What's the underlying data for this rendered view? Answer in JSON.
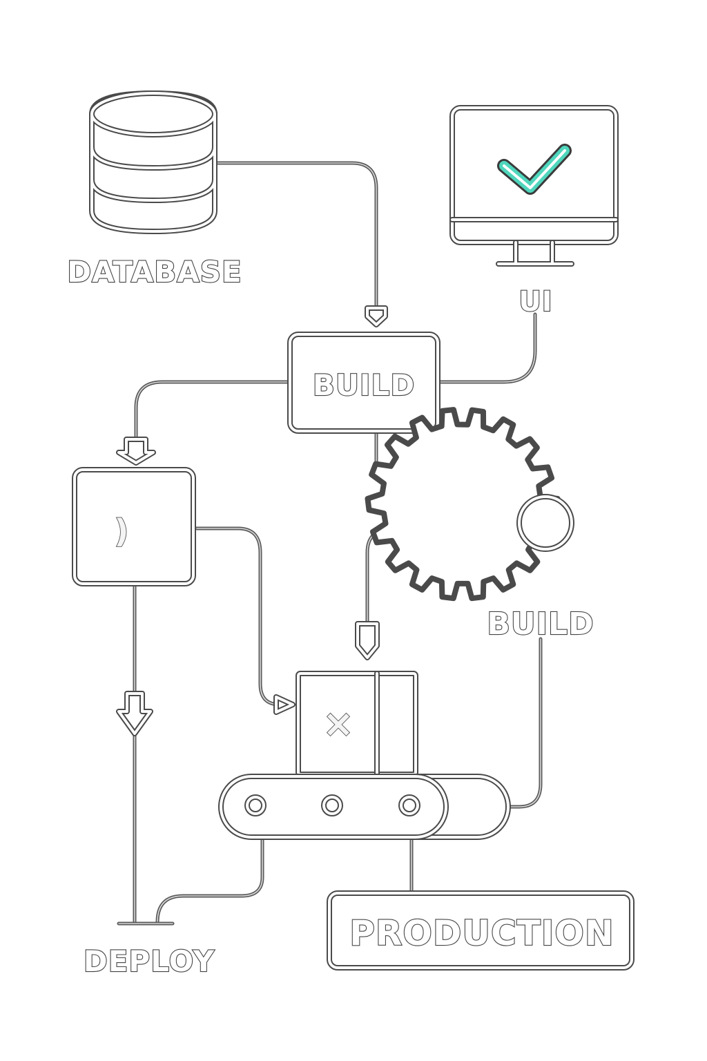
{
  "labels": {
    "database": "DATABASE",
    "ui": "UI",
    "build_box": "BUILD",
    "build_gear": "BUILD",
    "deploy": "DEPLOY",
    "production": "PRODUCTION",
    "small_box_glyph": ")",
    "machine_glyph": "×"
  },
  "icons": {
    "database": "database-icon",
    "monitor": "monitor-icon",
    "check": "check-icon",
    "gear": "gear-icon",
    "conveyor": "conveyor-belt-icon",
    "machine": "machine-icon"
  },
  "colors": {
    "stroke": "#4a4a4a",
    "accent": "#4fd6bd",
    "background": "#ffffff"
  }
}
